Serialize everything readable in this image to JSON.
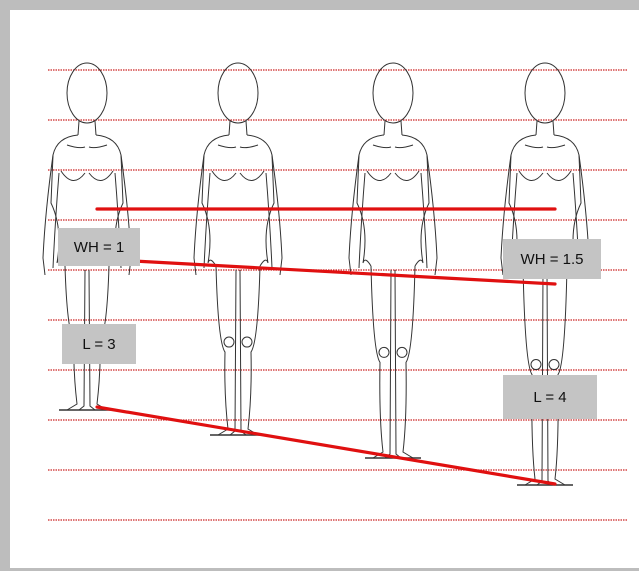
{
  "colors": {
    "frame": "#bdbdbd",
    "guide_line": "#cc2222",
    "measure_line": "#e01010",
    "label_box": "#c4c4c4",
    "figure_stroke": "#333333"
  },
  "figures": [
    {
      "name": "figure-1",
      "legs": "short"
    },
    {
      "name": "figure-2",
      "legs": "medium"
    },
    {
      "name": "figure-3",
      "legs": "long"
    },
    {
      "name": "figure-4",
      "legs": "longest"
    }
  ],
  "labels": {
    "wh_short": "WH = 1",
    "l_short": "L = 3",
    "wh_long": "WH = 1.5",
    "l_long": "L = 4"
  }
}
